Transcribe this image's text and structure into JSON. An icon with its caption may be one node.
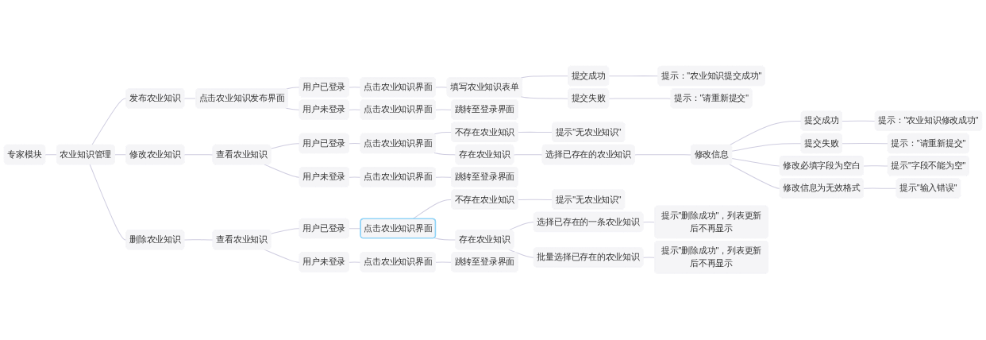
{
  "diagram": {
    "nodes": [
      {
        "text": [
          "专家模块"
        ]
      },
      {
        "text": [
          "农业知识管理"
        ]
      },
      {
        "text": [
          "发布农业知识"
        ]
      },
      {
        "text": [
          "点击农业知识发布界面"
        ]
      },
      {
        "text": [
          "用户已登录"
        ]
      },
      {
        "text": [
          "点击农业知识界面"
        ]
      },
      {
        "text": [
          "填写农业知识表单"
        ]
      },
      {
        "text": [
          "提交成功"
        ]
      },
      {
        "text": [
          "提示：\"农业知识提交成功\""
        ]
      },
      {
        "text": [
          "提交失败"
        ]
      },
      {
        "text": [
          "提示：\"请重新提交\""
        ]
      },
      {
        "text": [
          "用户未登录"
        ]
      },
      {
        "text": [
          "点击农业知识界面"
        ]
      },
      {
        "text": [
          "跳转至登录界面"
        ]
      },
      {
        "text": [
          "修改农业知识"
        ]
      },
      {
        "text": [
          "查看农业知识"
        ]
      },
      {
        "text": [
          "用户已登录"
        ]
      },
      {
        "text": [
          "点击农业知识界面"
        ]
      },
      {
        "text": [
          "不存在农业知识"
        ]
      },
      {
        "text": [
          "提示\"无农业知识\""
        ]
      },
      {
        "text": [
          "存在农业知识"
        ]
      },
      {
        "text": [
          "选择已存在的农业知识"
        ]
      },
      {
        "text": [
          "修改信息"
        ]
      },
      {
        "text": [
          "提交成功"
        ]
      },
      {
        "text": [
          "提示：\"农业知识修改成功\""
        ]
      },
      {
        "text": [
          "提交失败"
        ]
      },
      {
        "text": [
          "提示：\"请重新提交\""
        ]
      },
      {
        "text": [
          "修改必填字段为空白"
        ]
      },
      {
        "text": [
          "提示\"字段不能为空\""
        ]
      },
      {
        "text": [
          "修改信息为无效格式"
        ]
      },
      {
        "text": [
          "提示\"输入错误\""
        ]
      },
      {
        "text": [
          "用户未登录"
        ]
      },
      {
        "text": [
          "点击农业知识界面"
        ]
      },
      {
        "text": [
          "跳转至登录界面"
        ]
      },
      {
        "text": [
          "删除农业知识"
        ]
      },
      {
        "text": [
          "查看农业知识"
        ]
      },
      {
        "text": [
          "用户已登录"
        ]
      },
      {
        "text": [
          "点击农业知识界面"
        ]
      },
      {
        "text": [
          "不存在农业知识"
        ]
      },
      {
        "text": [
          "提示\"无农业知识\""
        ]
      },
      {
        "text": [
          "存在农业知识"
        ]
      },
      {
        "text": [
          "选择已存在的一条农业知识"
        ]
      },
      {
        "text": [
          "提示\"删除成功\"，列表更新后不再显示"
        ]
      },
      {
        "text": [
          "批量选择已存在的农业知识"
        ]
      },
      {
        "text": [
          "提示\"删除成功\"，列表更新后不再显示"
        ]
      },
      {
        "text": [
          "用户未登录"
        ]
      },
      {
        "text": [
          "点击农业知识界面"
        ]
      },
      {
        "text": [
          "跳转至登录界面"
        ]
      }
    ],
    "edges": [
      {
        "from": 0,
        "to": 1,
        "arrow": "none"
      },
      {
        "from": 1,
        "to": 2,
        "arrow": "none"
      },
      {
        "from": 2,
        "to": 3,
        "arrow": "none"
      },
      {
        "from": 3,
        "to": 4,
        "arrow": "none"
      },
      {
        "from": 4,
        "to": 5,
        "arrow": "none"
      },
      {
        "from": 5,
        "to": 6,
        "arrow": "none"
      },
      {
        "from": 6,
        "to": 7,
        "arrow": "none"
      },
      {
        "from": 7,
        "to": 8,
        "arrow": "none"
      },
      {
        "from": 6,
        "to": 9,
        "arrow": "none"
      },
      {
        "from": 9,
        "to": 10,
        "arrow": "none"
      },
      {
        "from": 3,
        "to": 11,
        "arrow": "none"
      },
      {
        "from": 11,
        "to": 12,
        "arrow": "none"
      },
      {
        "from": 12,
        "to": 13,
        "arrow": "none"
      },
      {
        "from": 1,
        "to": 14,
        "arrow": "none"
      },
      {
        "from": 14,
        "to": 15,
        "arrow": "none"
      },
      {
        "from": 15,
        "to": 16,
        "arrow": "none"
      },
      {
        "from": 16,
        "to": 17,
        "arrow": "none"
      },
      {
        "from": 17,
        "to": 18,
        "arrow": "none"
      },
      {
        "from": 18,
        "to": 19,
        "arrow": "none"
      },
      {
        "from": 17,
        "to": 20,
        "arrow": "none"
      },
      {
        "from": 20,
        "to": 21,
        "arrow": "none"
      },
      {
        "from": 21,
        "to": 22,
        "arrow": "none"
      },
      {
        "from": 22,
        "to": 23,
        "arrow": "none"
      },
      {
        "from": 23,
        "to": 24,
        "arrow": "none"
      },
      {
        "from": 22,
        "to": 25,
        "arrow": "none"
      },
      {
        "from": 25,
        "to": 26,
        "arrow": "none"
      },
      {
        "from": 22,
        "to": 27,
        "arrow": "none"
      },
      {
        "from": 27,
        "to": 28,
        "arrow": "none"
      },
      {
        "from": 22,
        "to": 29,
        "arrow": "none"
      },
      {
        "from": 29,
        "to": 30,
        "arrow": "none"
      },
      {
        "from": 15,
        "to": 31,
        "arrow": "none"
      },
      {
        "from": 31,
        "to": 32,
        "arrow": "none"
      },
      {
        "from": 32,
        "to": 33,
        "arrow": "none"
      },
      {
        "from": 1,
        "to": 34,
        "arrow": "none"
      },
      {
        "from": 34,
        "to": 35,
        "arrow": "none"
      },
      {
        "from": 35,
        "to": 36,
        "arrow": "none"
      },
      {
        "from": 36,
        "to": 37,
        "arrow": "none"
      },
      {
        "from": 37,
        "to": 38,
        "arrow": "none"
      },
      {
        "from": 38,
        "to": 39,
        "arrow": "none"
      },
      {
        "from": 37,
        "to": 40,
        "arrow": "none"
      },
      {
        "from": 40,
        "to": 41,
        "arrow": "none"
      },
      {
        "from": 41,
        "to": 42,
        "arrow": "none"
      },
      {
        "from": 40,
        "to": 43,
        "arrow": "none"
      },
      {
        "from": 43,
        "to": 44,
        "arrow": "none"
      },
      {
        "from": 35,
        "to": 45,
        "arrow": "none"
      },
      {
        "from": 45,
        "to": 46,
        "arrow": "none"
      },
      {
        "from": 46,
        "to": 47,
        "arrow": "none"
      }
    ]
  }
}
